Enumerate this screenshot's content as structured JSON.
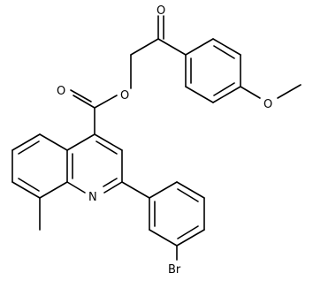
{
  "diagram": {
    "atoms": {
      "carbonyl_oxygen_top": "O",
      "carbonyl_oxygen_ester": "O",
      "ester_oxygen": "O",
      "methoxy_oxygen": "O",
      "quinoline_nitrogen": "N",
      "bromine": "Br"
    }
  }
}
